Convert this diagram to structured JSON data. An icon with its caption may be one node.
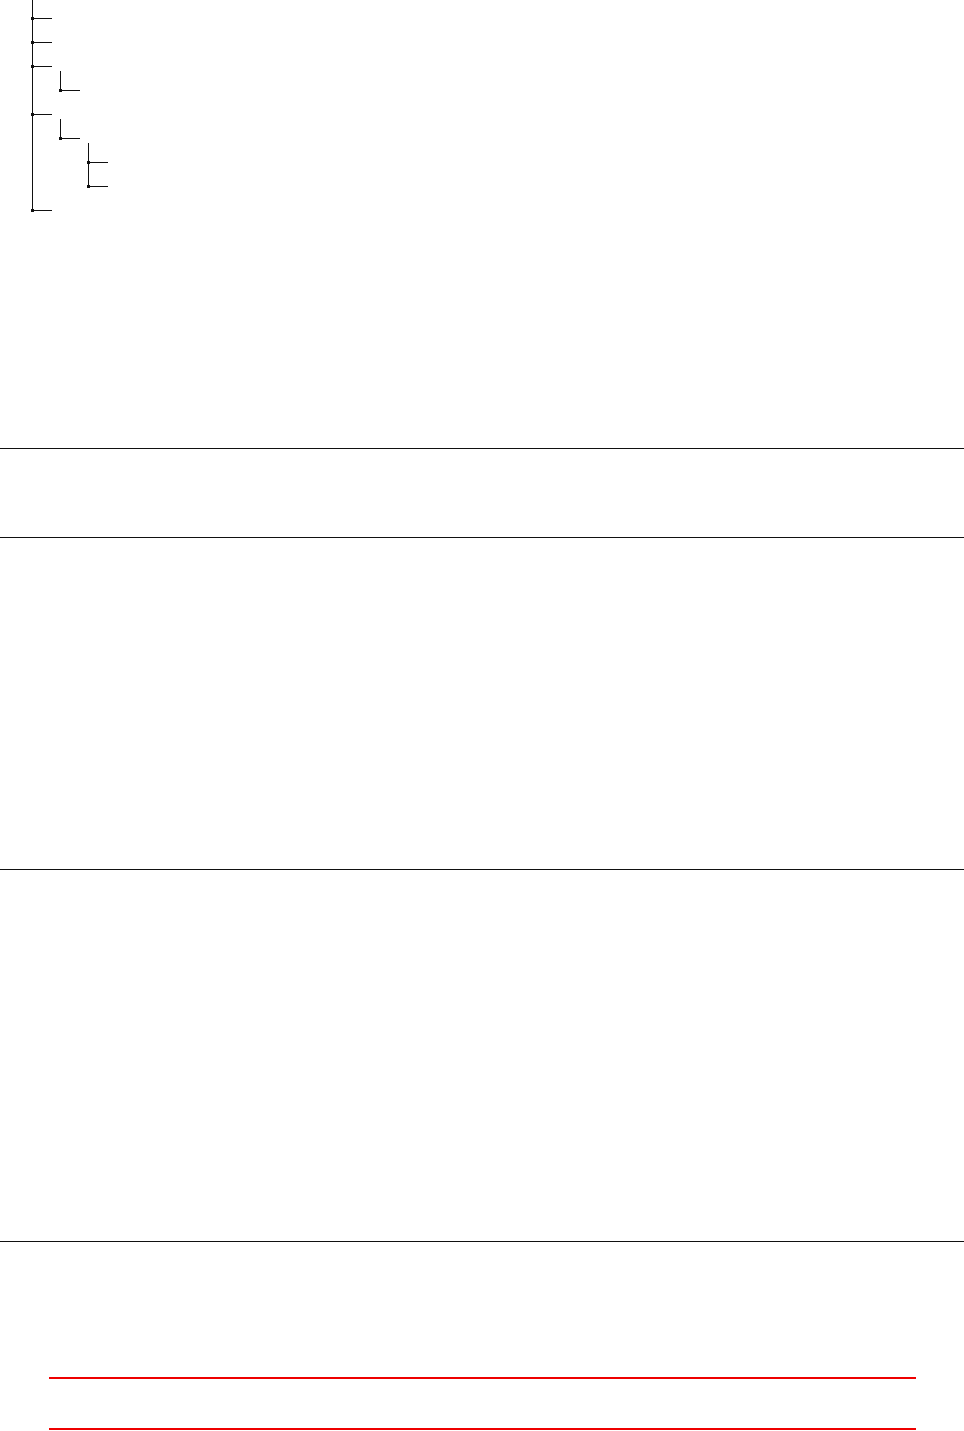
{
  "diagram": {
    "nodes": [
      {
        "text": [],
        "shape": "dot"
      },
      {
        "text": [],
        "shape": "dot"
      },
      {
        "text": [],
        "shape": "dot"
      },
      {
        "text": [],
        "shape": "dot"
      },
      {
        "text": [],
        "shape": "dot"
      },
      {
        "text": [],
        "shape": "dot"
      },
      {
        "text": [],
        "shape": "dot"
      },
      {
        "text": [],
        "shape": "dot"
      },
      {
        "text": [],
        "shape": "dot"
      }
    ],
    "edges": [
      {
        "from": null,
        "to": 0,
        "arrow": "none"
      },
      {
        "from": 0,
        "to": 1,
        "arrow": "none"
      },
      {
        "from": 1,
        "to": 2,
        "arrow": "none"
      },
      {
        "from": 2,
        "to": 4,
        "arrow": "none"
      },
      {
        "from": 4,
        "to": 8,
        "arrow": "none"
      },
      {
        "from": 0,
        "to": null,
        "arrow": "none"
      },
      {
        "from": 1,
        "to": null,
        "arrow": "none"
      },
      {
        "from": 2,
        "to": null,
        "arrow": "none"
      },
      {
        "from": 3,
        "to": null,
        "arrow": "none"
      },
      {
        "from": 4,
        "to": null,
        "arrow": "none"
      },
      {
        "from": 5,
        "to": null,
        "arrow": "none"
      },
      {
        "from": 6,
        "to": null,
        "arrow": "none"
      },
      {
        "from": 7,
        "to": null,
        "arrow": "none"
      },
      {
        "from": 8,
        "to": null,
        "arrow": "none"
      },
      {
        "from": null,
        "to": 3,
        "arrow": "none"
      },
      {
        "from": null,
        "to": 5,
        "arrow": "none"
      },
      {
        "from": null,
        "to": 6,
        "arrow": "none"
      },
      {
        "from": 6,
        "to": 7,
        "arrow": "none"
      }
    ]
  }
}
